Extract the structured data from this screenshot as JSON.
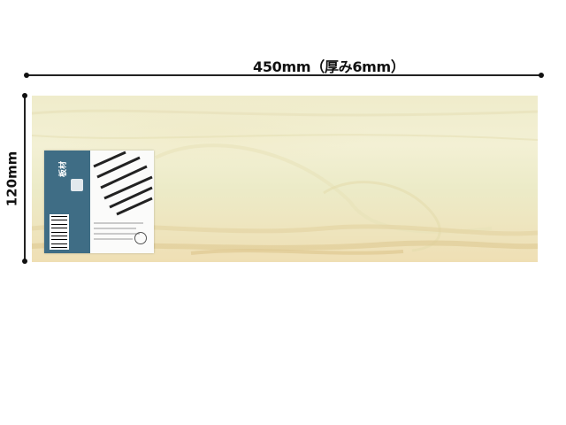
{
  "dimensions": {
    "width_label": "450mm（厚み6mm）",
    "height_label": "120mm"
  },
  "label": {
    "product_name": "板材"
  },
  "colors": {
    "wood_light": "#f1eed0",
    "wood_dark": "#e9d8a6",
    "label_blue": "#3f6d85",
    "dimension_line": "#222222"
  }
}
